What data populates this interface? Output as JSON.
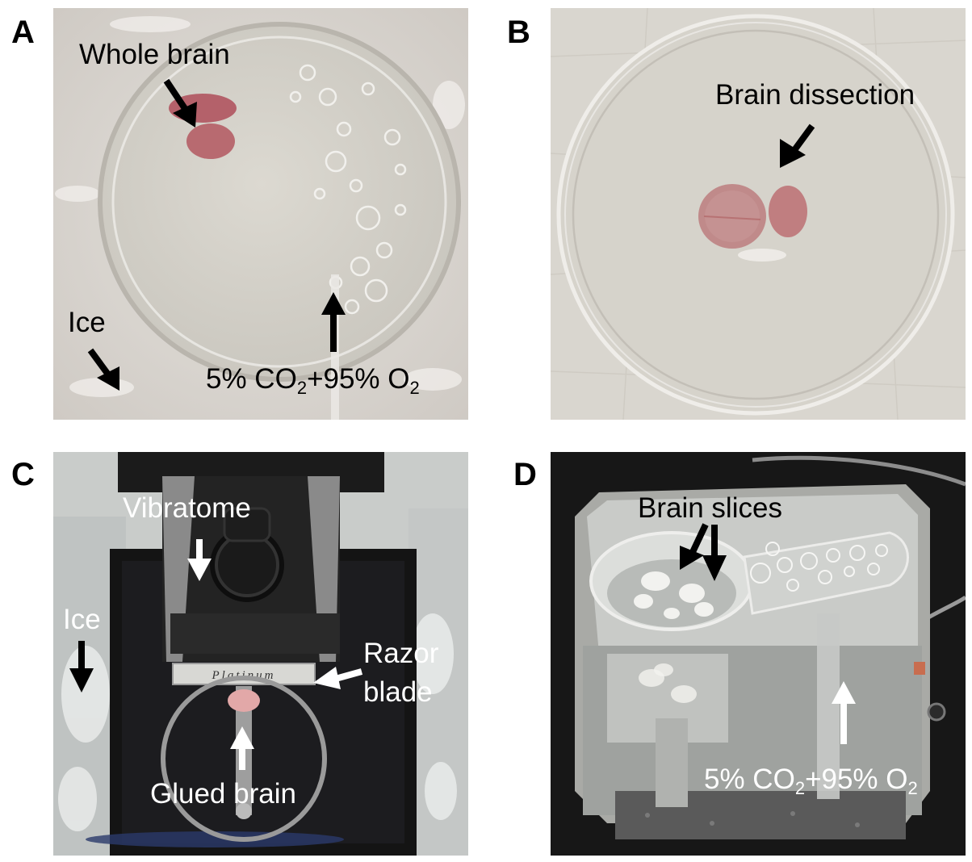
{
  "panels": [
    {
      "letter": "A",
      "labels": {
        "whole_brain": "Whole brain",
        "ice": "Ice",
        "gas_prefix": "5% CO",
        "gas_sub1": "2",
        "gas_mid": "+95% O",
        "gas_sub2": "2"
      }
    },
    {
      "letter": "B",
      "labels": {
        "brain_dissection": "Brain dissection"
      }
    },
    {
      "letter": "C",
      "labels": {
        "vibratome": "Vibratome",
        "ice": "Ice",
        "razor_line1": "Razor",
        "razor_line2": "blade",
        "glued_brain": "Glued brain",
        "blade_brand": "Platinum"
      }
    },
    {
      "letter": "D",
      "labels": {
        "brain_slices": "Brain slices",
        "gas_prefix": "5% CO",
        "gas_sub1": "2",
        "gas_mid": "+95% O",
        "gas_sub2": "2"
      }
    }
  ],
  "colors": {
    "label_dark": "#000000",
    "label_light": "#ffffff",
    "tissue": "#b4616a"
  }
}
